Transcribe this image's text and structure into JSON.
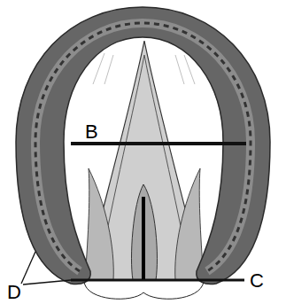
{
  "diagram": {
    "labels": [
      "B",
      "C",
      "D"
    ]
  }
}
